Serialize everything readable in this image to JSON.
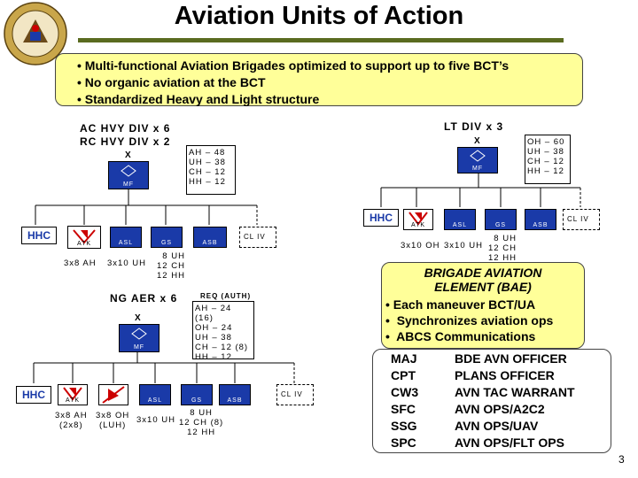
{
  "title": "Aviation Units of Action",
  "bullets": [
    "Multi-functional Aviation Brigades optimized to support up to five BCT’s",
    "No organic aviation at the BCT",
    "Standardized Heavy and Light structure"
  ],
  "heavy": {
    "label_1": "AC HVY DIV x 6",
    "label_2": "RC HVY DIV x 2",
    "counts": [
      "AH – 48",
      "UH – 38",
      "CH – 12",
      "HH – 12"
    ],
    "hq_echelon": "X",
    "hq_tag": "MF",
    "hhc": "HHC",
    "units": {
      "atk": "ATK",
      "asl": "ASL",
      "gs": "GS",
      "asb": "ASB",
      "cl": "CL IV"
    },
    "sub_atk": "3x8 AH",
    "sub_asl": "3x10 UH",
    "sub_gs": [
      "8 UH",
      "12 CH",
      "12 HH"
    ]
  },
  "light": {
    "label": "LT DIV x 3",
    "counts": [
      "OH – 60",
      "UH – 38",
      "CH – 12",
      "HH – 12"
    ],
    "hq_echelon": "X",
    "hq_tag": "MF",
    "hhc": "HHC",
    "units": {
      "atk": "ATK",
      "asl": "ASL",
      "gs": "GS",
      "asb": "ASB",
      "cl": "CL IV"
    },
    "sub_atk": "3x10 OH",
    "sub_asl": "3x10 UH",
    "sub_gs": [
      "8 UH",
      "12 CH",
      "12 HH"
    ]
  },
  "aer": {
    "label": "NG AER x 6",
    "req_label": "REQ (AUTH)",
    "counts": [
      "AH – 24 (16)",
      "OH – 24",
      "UH – 38",
      "CH – 12 (8)",
      "HH – 12"
    ],
    "hq_echelon": "X",
    "hq_tag": "MF",
    "hhc": "HHC",
    "units": {
      "atk": "ATK",
      "asl": "ASL",
      "gs": "GS",
      "asb": "ASB",
      "cl": "CL IV"
    },
    "sub_atk": [
      "3x8 AH",
      "(2x8)"
    ],
    "sub_oh": [
      "3x8 OH",
      "(LUH)"
    ],
    "sub_asl": "3x10 UH",
    "sub_gs": [
      "8 UH",
      "12 CH (8)",
      "12 HH"
    ]
  },
  "bae": {
    "title_1": "BRIGADE AVIATION",
    "title_2": "ELEMENT (BAE)",
    "items": [
      "Each maneuver BCT/UA",
      "Synchronizes aviation ops",
      "ABCS Communications"
    ]
  },
  "staff": [
    {
      "rank": "MAJ",
      "role": "BDE AVN OFFICER"
    },
    {
      "rank": "CPT",
      "role": "PLANS OFFICER"
    },
    {
      "rank": "CW3",
      "role": "AVN TAC WARRANT"
    },
    {
      "rank": "SFC",
      "role": "AVN OPS/A2C2"
    },
    {
      "rank": "SSG",
      "role": "AVN OPS/UAV"
    },
    {
      "rank": "SPC",
      "role": "AVN OPS/FLT OPS"
    }
  ],
  "page_number": "3",
  "colors": {
    "unit_blue": "#1a3aa8",
    "highlight_yellow": "#ffff99",
    "title_rule": "#5a6b20",
    "attack_red": "#cc0000"
  }
}
